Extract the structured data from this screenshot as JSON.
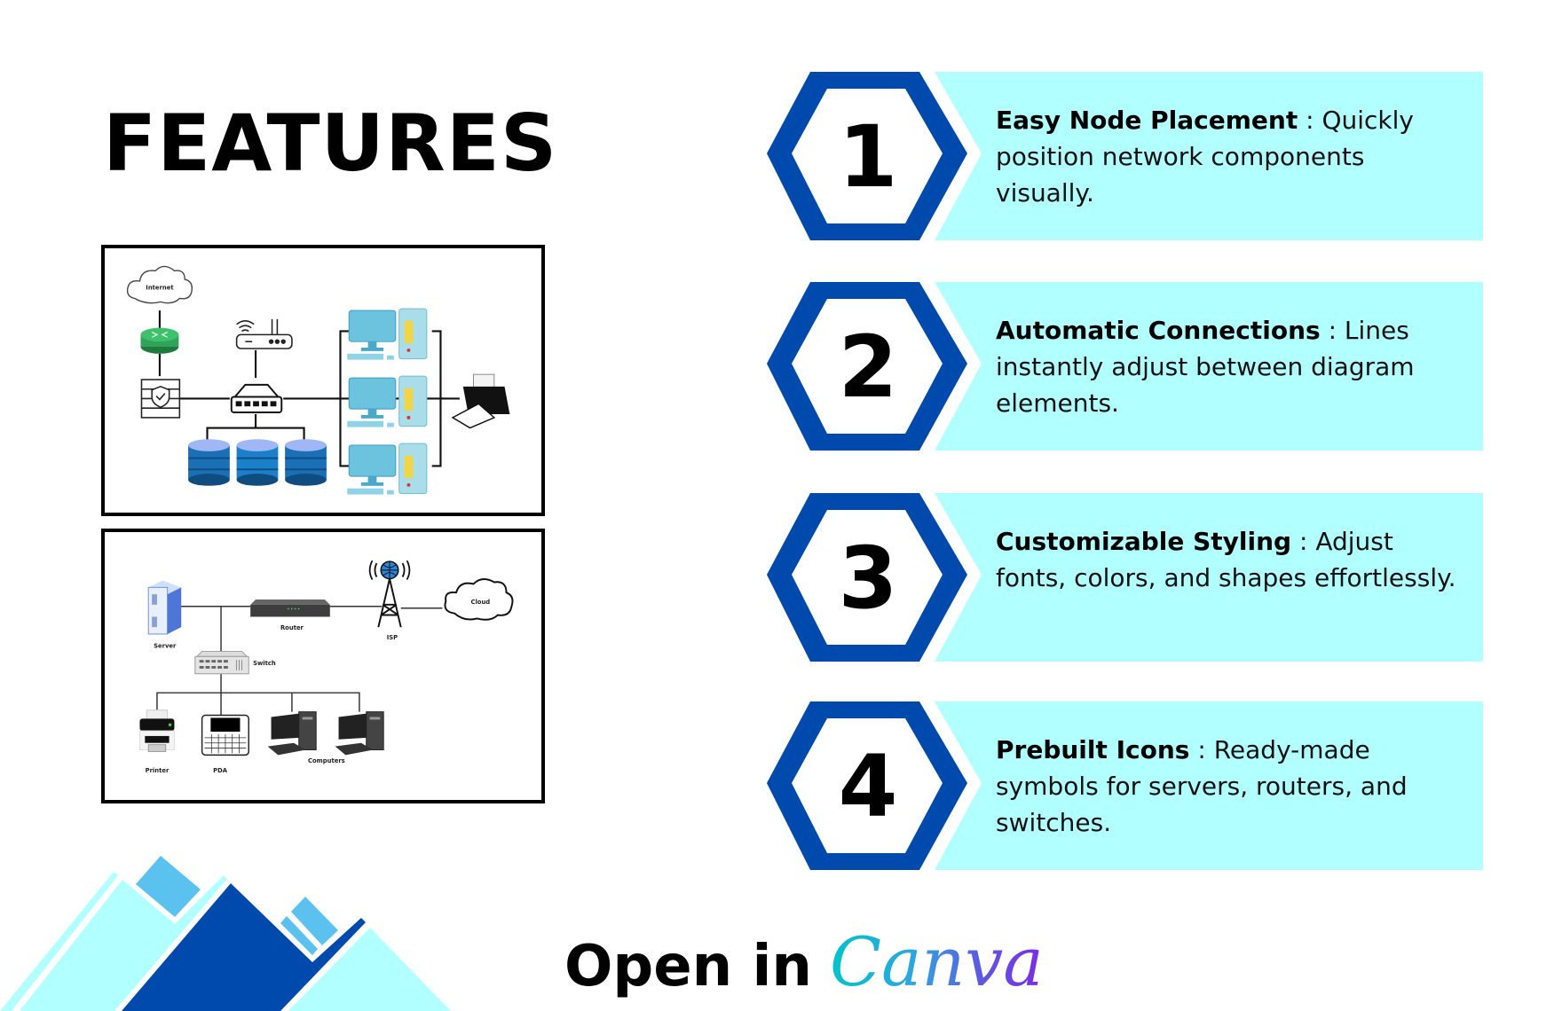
{
  "title": "FEATURES",
  "colors": {
    "hex_blue": "#004AAD",
    "cyan_panel": "#B2FFFF",
    "mountain_light": "#B2FFFF",
    "mountain_dark": "#004AAD",
    "mountain_accent": "#5BC2F0",
    "canva_gradient_start": "#00C4CC",
    "canva_gradient_end": "#7D2AE8"
  },
  "diagrams": [
    {
      "name": "office-network-diagram",
      "labels": {
        "internet": "Internet"
      },
      "nodes": [
        "internet-cloud",
        "router",
        "firewall",
        "wifi-access-point",
        "network-switch",
        "database",
        "database",
        "database",
        "computer",
        "computer",
        "computer",
        "printer"
      ]
    },
    {
      "name": "isp-network-diagram",
      "labels": {
        "server": "Server",
        "router": "Router",
        "isp": "ISP",
        "cloud": "Cloud",
        "switch": "Switch",
        "printer": "Printer",
        "pda": "PDA",
        "computers": "Computers"
      }
    }
  ],
  "features": [
    {
      "number": "1",
      "heading": "Easy Node Placement",
      "separator": " : ",
      "description": "Quickly position network components visually."
    },
    {
      "number": "2",
      "heading": "Automatic Connections",
      "separator": " : ",
      "description": "Lines instantly adjust between diagram elements."
    },
    {
      "number": "3",
      "heading": "Customizable Styling",
      "separator": " : ",
      "description": "Adjust fonts, colors, and shapes effortlessly."
    },
    {
      "number": "4",
      "heading": "Prebuilt Icons",
      "separator": " : ",
      "description": "Ready-made symbols for servers, routers, and switches."
    }
  ],
  "cta": {
    "prefix": "Open in",
    "brand": "Canva"
  }
}
